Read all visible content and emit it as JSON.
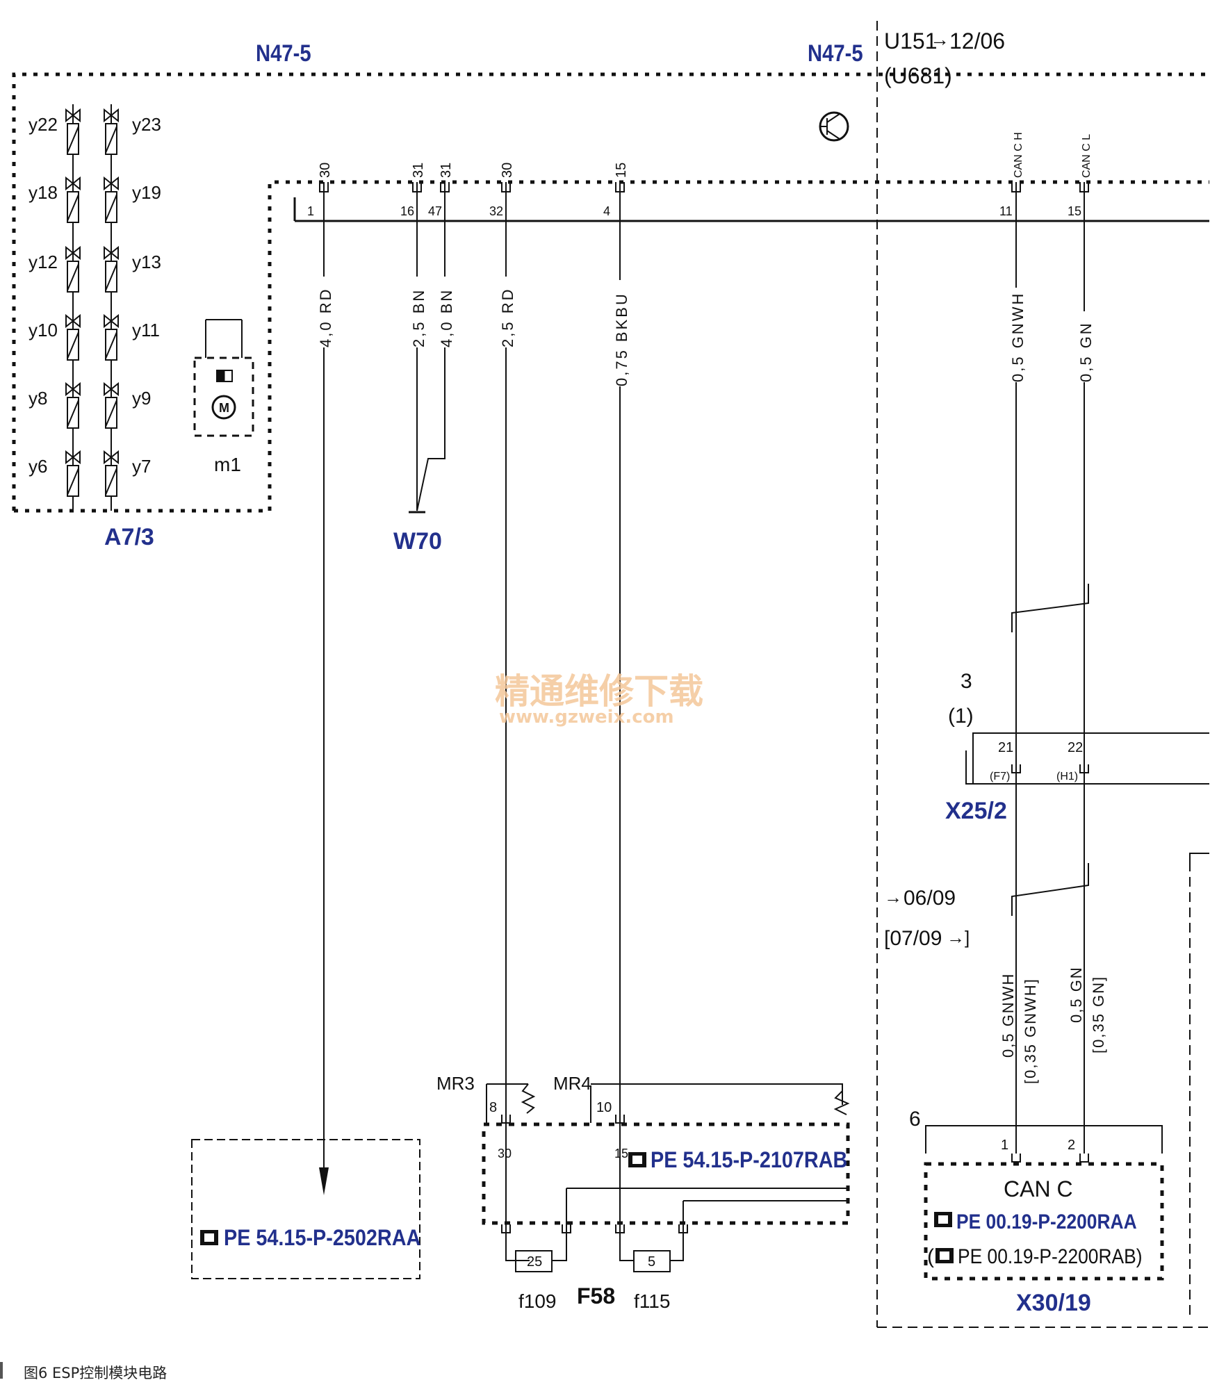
{
  "colors": {
    "line": "#111111",
    "label_blue": "#22308c",
    "watermark": "#f4c79a"
  },
  "modules": {
    "n47_left": "N47-5",
    "n47_right": "N47-5",
    "a73": "A7/3",
    "w70": "W70",
    "x25_2": "X25/2",
    "x30_19": "X30/19",
    "f58": "F58"
  },
  "variant": {
    "u151": "U151",
    "u151_date": "12/06",
    "u681": "(U681)",
    "date_a": "06/09",
    "date_b": "[07/09",
    "arrow_icon": "arrow-right-icon"
  },
  "valves": [
    "y22",
    "y23",
    "y18",
    "y19",
    "y12",
    "y13",
    "y10",
    "y11",
    "y8",
    "y9",
    "y6",
    "y7"
  ],
  "motor": {
    "label": "m1",
    "glyph": "M"
  },
  "pins": [
    {
      "term": "30",
      "num": "1",
      "wire": "4,0 RD"
    },
    {
      "term": "31",
      "num": "16",
      "wire": "2,5 BN"
    },
    {
      "term": "31",
      "num": "47",
      "wire": "4,0 BN"
    },
    {
      "term": "30",
      "num": "32",
      "wire": "2,5 RD"
    },
    {
      "term": "15",
      "num": "4",
      "wire": "0,75 BKBU"
    },
    {
      "term": "CAN C H",
      "num": "11",
      "wire": "0,5 GNWH"
    },
    {
      "term": "CAN C L",
      "num": "15",
      "wire": "0,5 GN"
    }
  ],
  "connector_x25": {
    "label": "3",
    "sub": "(1)",
    "pins": [
      {
        "num": "21",
        "code": "(F7)"
      },
      {
        "num": "22",
        "code": "(H1)"
      }
    ]
  },
  "lower_wires": {
    "left": "0,5 GNWH",
    "left_alt": "[0,35 GNWH]",
    "right": "0,5 GN",
    "right_alt": "[0,35 GN]"
  },
  "mr": {
    "mr3": "MR3",
    "mr4": "MR4",
    "mr3_pin": "8",
    "mr4_pin": "10",
    "pin30": "30",
    "pin15": "15"
  },
  "fuses": {
    "f109": "f109",
    "f115": "f115",
    "f109_val": "25",
    "f115_val": "5"
  },
  "can_block": {
    "num": "6",
    "pin1": "1",
    "pin2": "2",
    "title": "CAN C"
  },
  "refs": {
    "icon": "document-reference-icon",
    "r1": "PE 54.15-P-2502RAA",
    "r2": "PE 54.15-P-2107RAB",
    "r3": "PE 00.19-P-2200RAA",
    "r4": "PE 00.19-P-2200RAB)",
    "r4_prefix": "("
  },
  "watermark": {
    "cn": "精通维修下载",
    "url": "www.gzweix.com"
  },
  "caption": "图6  ESP控制模块电路"
}
